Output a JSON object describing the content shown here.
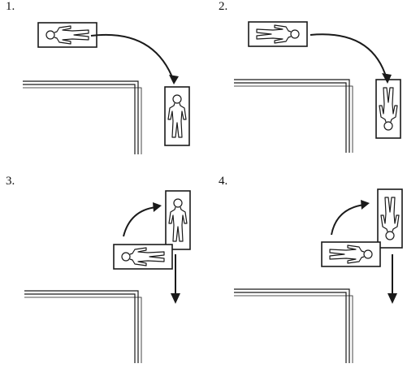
{
  "panels": [
    {
      "number": "1."
    },
    {
      "number": "2."
    },
    {
      "number": "3."
    },
    {
      "number": "4."
    }
  ],
  "colors": {
    "ink": "#1a1a1a",
    "background": "#ffffff"
  },
  "icons": [
    "stretcher-patient-icon",
    "curved-arrow-icon",
    "straight-arrow-icon",
    "wall-corner-icon"
  ]
}
